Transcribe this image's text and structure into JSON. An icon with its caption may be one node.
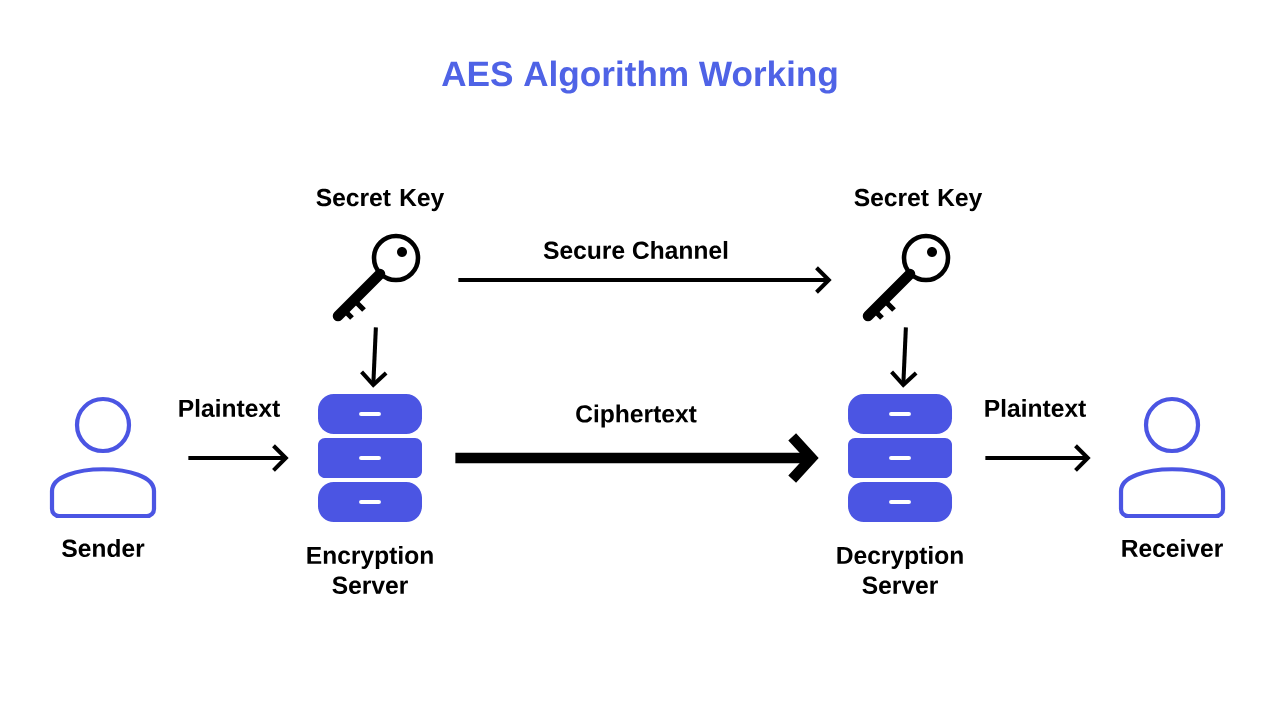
{
  "diagram": {
    "title": "AES Algorithm Working",
    "nodes": [
      {
        "text": [
          "Sender"
        ]
      },
      {
        "text": [
          "Secret Key"
        ]
      },
      {
        "text": [
          "Encryption Server"
        ]
      },
      {
        "text": [
          "Secret Key"
        ]
      },
      {
        "text": [
          "Decryption Server"
        ]
      },
      {
        "text": [
          "Receiver"
        ]
      }
    ],
    "edges": [
      {
        "from": 0,
        "to": 2,
        "arrow": "to",
        "label": "Plaintext"
      },
      {
        "from": 1,
        "to": 2,
        "arrow": "to"
      },
      {
        "from": 1,
        "to": 3,
        "arrow": "to",
        "label": "Secure Channel"
      },
      {
        "from": 2,
        "to": 4,
        "arrow": "to",
        "label": "Ciphertext",
        "style": "thick"
      },
      {
        "from": 3,
        "to": 4,
        "arrow": "to"
      },
      {
        "from": 4,
        "to": 5,
        "arrow": "to",
        "label": "Plaintext"
      }
    ]
  }
}
